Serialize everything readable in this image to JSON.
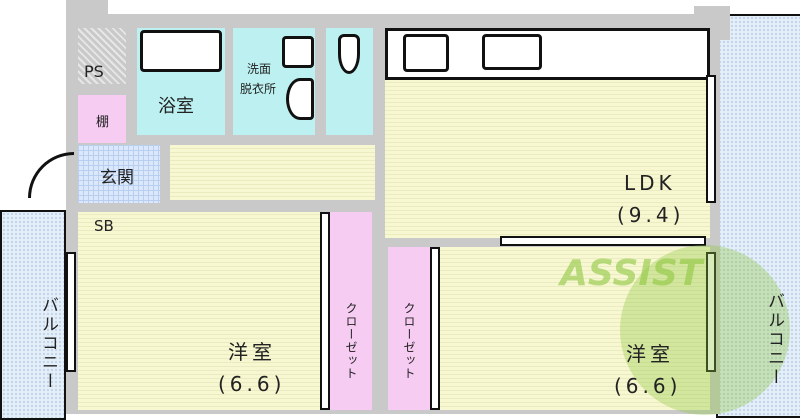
{
  "rooms": {
    "bath": "浴室",
    "washroom_line1": "洗面",
    "washroom_line2": "脱衣所",
    "ps": "PS",
    "shelf": "棚",
    "entrance": "玄関",
    "shoe_box": "SB",
    "ldk_name": "LDK",
    "ldk_size": "(9.4)",
    "western_left_name": "洋室",
    "western_left_size": "(6.6)",
    "western_right_name": "洋室",
    "western_right_size": "(6.6)",
    "closet_left": "クローゼット",
    "closet_right": "クローゼット",
    "balcony_left": "バルコニー",
    "balcony_right": "バルコニー"
  },
  "watermark": "ASSIST",
  "colors": {
    "wet_area": "#bdf1f1",
    "storage": "#f6ccf2",
    "floor": "#f7f7d2",
    "watermark": "#8dc63f"
  }
}
